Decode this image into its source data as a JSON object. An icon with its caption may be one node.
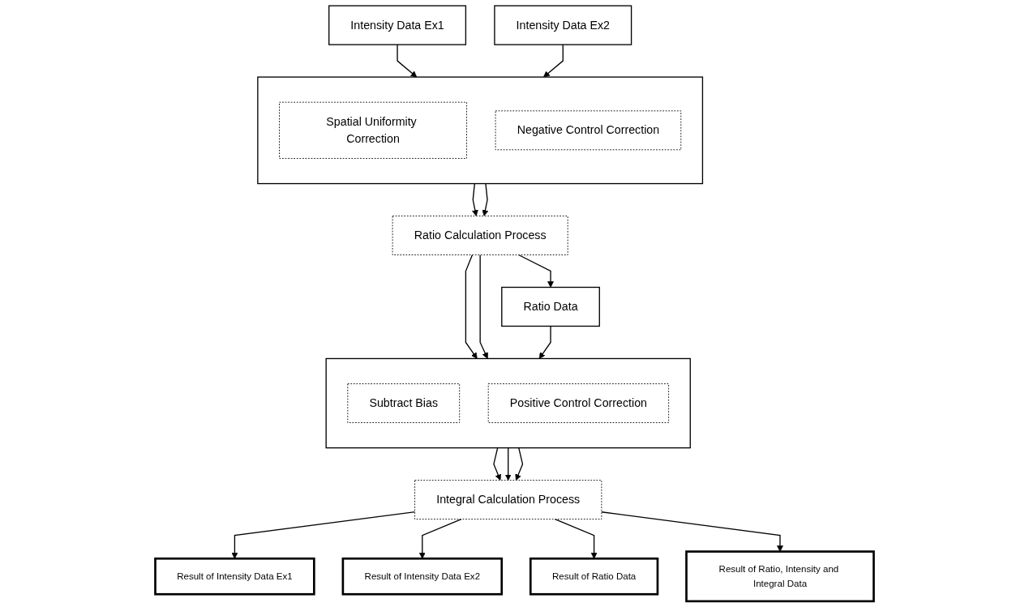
{
  "diagram": {
    "nodes": [
      {
        "text": [
          "Intensity Data Ex1"
        ]
      },
      {
        "text": [
          "Intensity Data Ex2"
        ]
      },
      {
        "text": [],
        "shape": "box"
      },
      {
        "text": [
          "Spatial Uniformity Correction"
        ],
        "in": 2
      },
      {
        "text": [
          "Negative Control Correction"
        ],
        "in": 2
      },
      {
        "text": [
          "Ratio Calculation Process"
        ]
      },
      {
        "text": [
          "Ratio Data"
        ]
      },
      {
        "text": [],
        "shape": "box"
      },
      {
        "text": [
          "Subtract Bias"
        ],
        "in": 7
      },
      {
        "text": [
          "Positive Control Correction"
        ],
        "in": 7
      },
      {
        "text": [
          "Integral Calculation Process"
        ]
      },
      {
        "text": [
          "Result of Intensity Data Ex1"
        ]
      },
      {
        "text": [
          "Result of Intensity Data Ex2"
        ]
      },
      {
        "text": [
          "Result of Ratio Data"
        ]
      },
      {
        "text": [
          "Result of Ratio, Intensity and Integral Data"
        ]
      }
    ],
    "edges": [
      {
        "from": 0,
        "to": 2,
        "arrow": "to"
      },
      {
        "from": 1,
        "to": 2,
        "arrow": "to"
      },
      {
        "from": 2,
        "to": 5,
        "arrow": "to"
      },
      {
        "from": 2,
        "to": 5,
        "arrow": "to"
      },
      {
        "from": 5,
        "to": 6,
        "arrow": "to"
      },
      {
        "from": 5,
        "to": 7,
        "arrow": "to"
      },
      {
        "from": 5,
        "to": 7,
        "arrow": "to"
      },
      {
        "from": 6,
        "to": 7,
        "arrow": "to"
      },
      {
        "from": 7,
        "to": 10,
        "arrow": "to"
      },
      {
        "from": 7,
        "to": 10,
        "arrow": "to"
      },
      {
        "from": 7,
        "to": 10,
        "arrow": "to"
      },
      {
        "from": 10,
        "to": 11,
        "arrow": "to"
      },
      {
        "from": 10,
        "to": 12,
        "arrow": "to"
      },
      {
        "from": 10,
        "to": 13,
        "arrow": "to"
      },
      {
        "from": 10,
        "to": 14,
        "arrow": "to"
      }
    ]
  }
}
